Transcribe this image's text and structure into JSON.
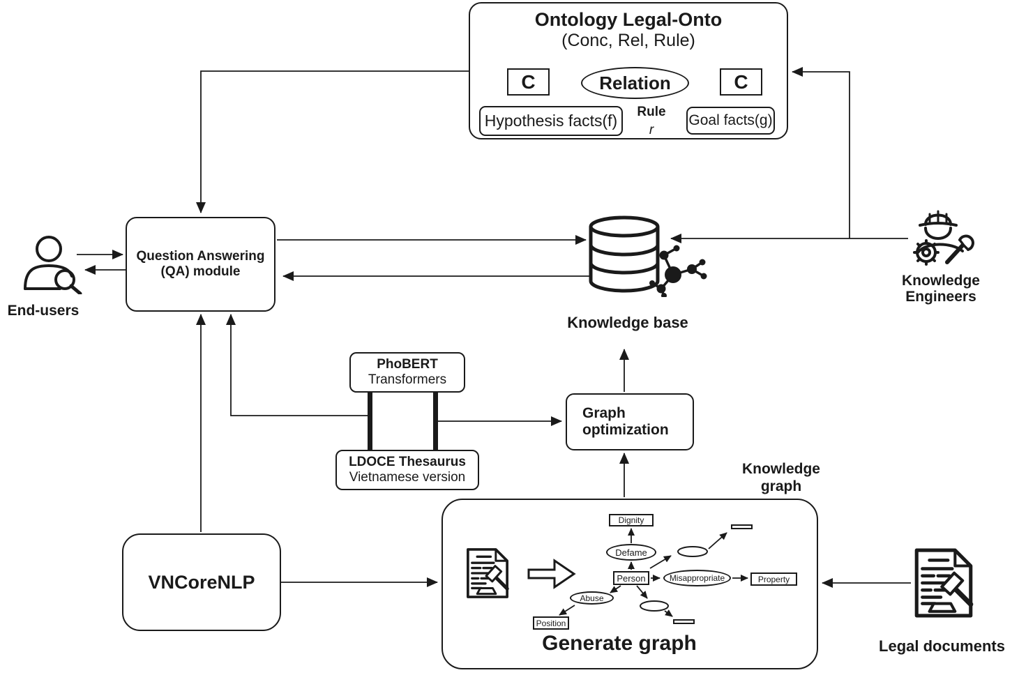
{
  "ontology": {
    "title": "Ontology Legal-Onto",
    "subtitle": "(Conc, Rel, Rule)",
    "concept_left": "C",
    "relation": "Relation",
    "concept_right": "C",
    "hypothesis": "Hypothesis facts(f)",
    "rule": "Rule",
    "rule_var": "r",
    "goal": "Goal facts(g)"
  },
  "qa_module": {
    "line1": "Question Answering",
    "line2": "(QA) module"
  },
  "end_users": {
    "label": "End-users"
  },
  "knowledge_base": {
    "label": "Knowledge base"
  },
  "knowledge_engineers": {
    "line1": "Knowledge",
    "line2": "Engineers"
  },
  "phobert": {
    "line1": "PhoBERT",
    "line2": "Transformers"
  },
  "ldoce": {
    "line1": "LDOCE Thesaurus",
    "line2": "Vietnamese version"
  },
  "graph_optimization": {
    "line1": "Graph",
    "line2": "optimization"
  },
  "vncorenlp": {
    "label": "VNCoreNLP"
  },
  "knowledge_graph": {
    "line1": "Knowledge",
    "line2": "graph"
  },
  "generate_graph": {
    "title": "Generate graph",
    "nodes": {
      "dignity": "Dignity",
      "defame": "Defame",
      "person": "Person",
      "misappropriate": "Misappropriate",
      "property": "Property",
      "abuse": "Abuse",
      "position": "Position"
    }
  },
  "legal_documents": {
    "label": "Legal documents"
  },
  "colors": {
    "stroke": "#1a1a1a",
    "background": "#ffffff"
  }
}
